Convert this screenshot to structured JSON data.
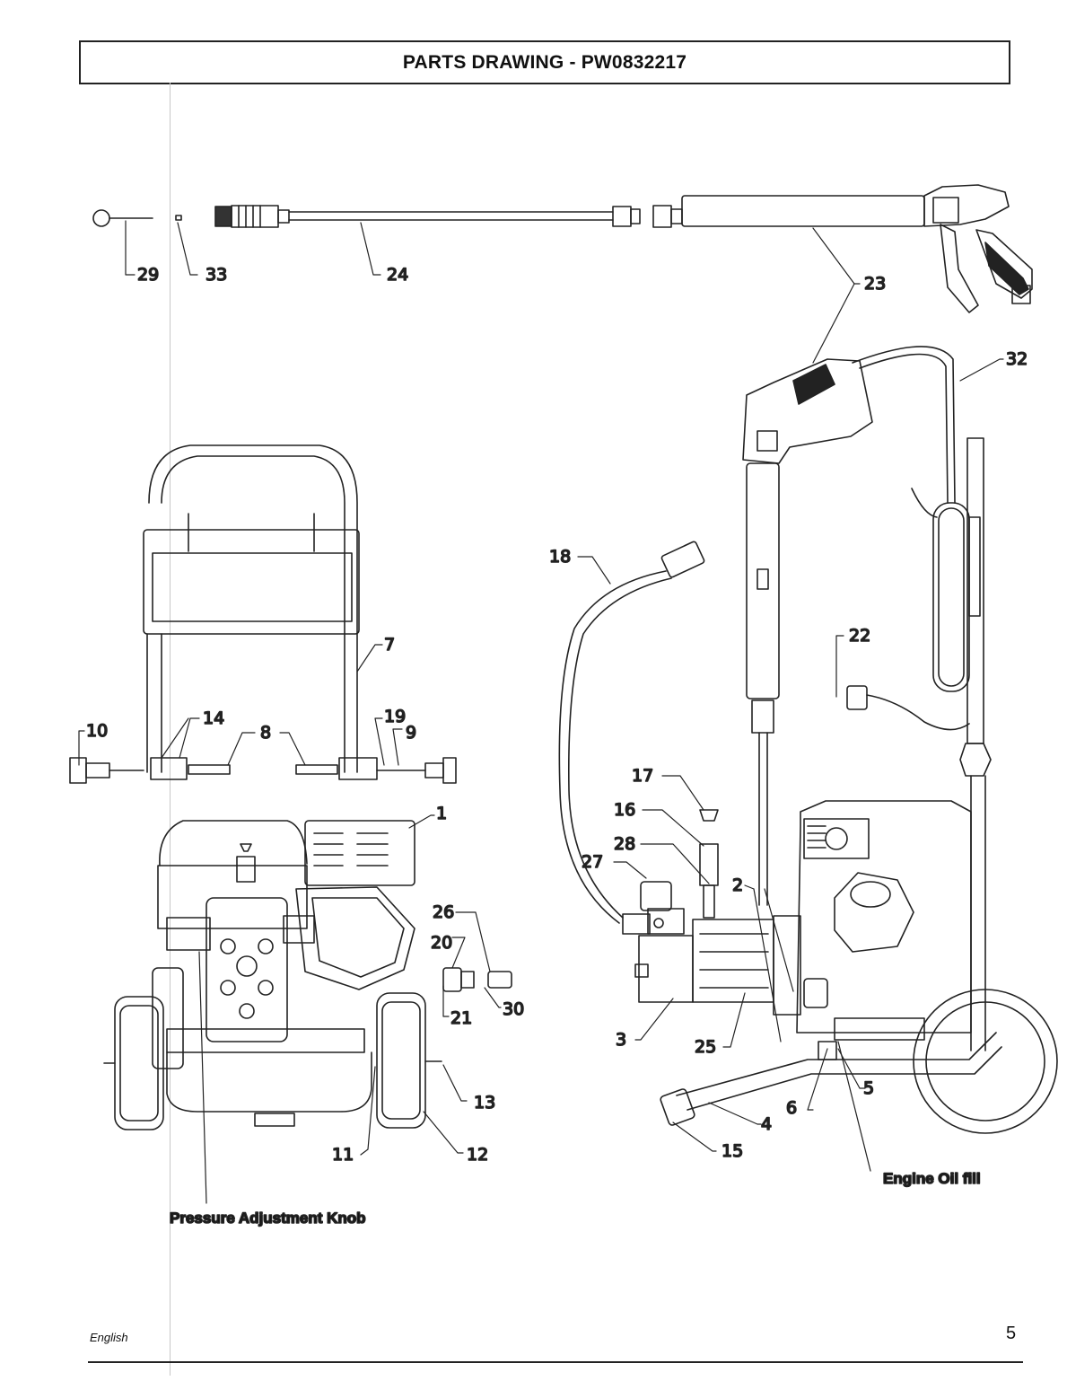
{
  "header": {
    "title": "PARTS DRAWING - PW0832217"
  },
  "part_labels": {
    "p1": "1",
    "p2": "2",
    "p3": "3",
    "p4": "4",
    "p5": "5",
    "p6": "6",
    "p7": "7",
    "p8": "8",
    "p9": "9",
    "p10": "10",
    "p11": "11",
    "p12": "12",
    "p13": "13",
    "p14": "14",
    "p15": "15",
    "p16": "16",
    "p17": "17",
    "p18": "18",
    "p19": "19",
    "p20": "20",
    "p21": "21",
    "p22": "22",
    "p23": "23",
    "p24": "24",
    "p25": "25",
    "p26": "26",
    "p27": "27",
    "p28": "28",
    "p29": "29",
    "p30": "30",
    "p32": "32",
    "p33": "33"
  },
  "callouts": {
    "pressure_knob": "Pressure Adjustment Knob",
    "engine_oil_fill": "Engine Oil fill"
  },
  "footer": {
    "language": "English",
    "page_number": "5"
  }
}
